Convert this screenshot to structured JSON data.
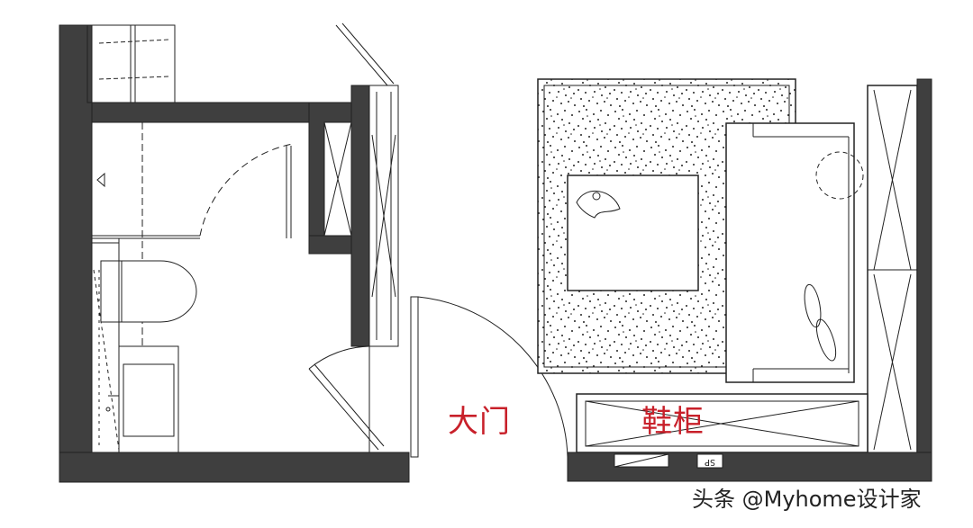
{
  "labels": {
    "entrance_door": "大门",
    "shoe_cabinet": "鞋柜",
    "socket_mark": "SP"
  },
  "watermark": "头条 @Myhome设计家",
  "colors": {
    "wall_fill": "#3f3f3f",
    "line": "#222222",
    "label_red": "#c8202a",
    "background": "#ffffff"
  }
}
